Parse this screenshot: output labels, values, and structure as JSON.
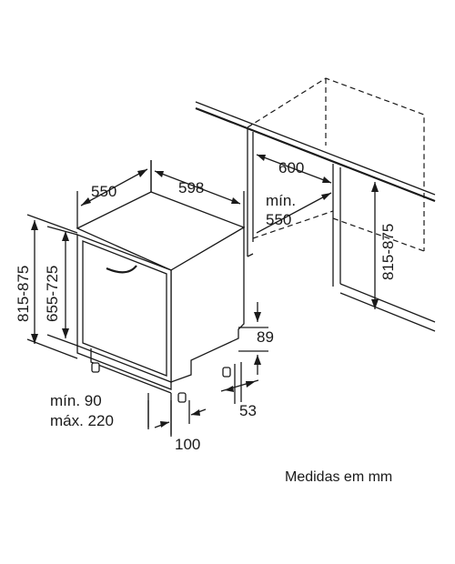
{
  "labels": {
    "depth": "550",
    "width": "598",
    "niche_width": "600",
    "niche_depth_min_a": "mín.",
    "niche_depth_min_b": "550",
    "niche_height": "815-875",
    "unit_height": "815-875",
    "door_height": "655-725",
    "plinth_height": "89",
    "plinth_recess": "53",
    "door_gap_min": "mín. 90",
    "door_gap_max": "máx. 220",
    "foot_offset": "100"
  },
  "caption": "Medidas em mm"
}
